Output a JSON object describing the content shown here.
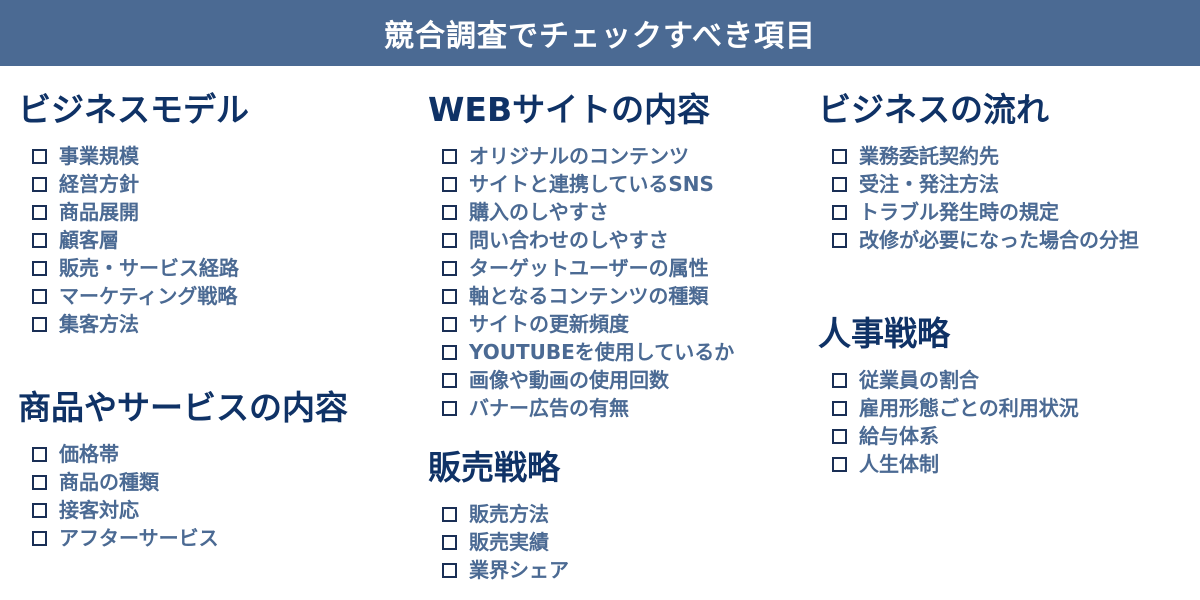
{
  "title": "競合調査でチェックすべき項目",
  "sections": [
    {
      "heading": "ビジネスモデル",
      "items": [
        "事業規模",
        "経営方針",
        "商品展開",
        "顧客層",
        "販売・サービス経路",
        "マーケティング戦略",
        "集客方法"
      ]
    },
    {
      "heading": "商品やサービスの内容",
      "items": [
        "価格帯",
        "商品の種類",
        "接客対応",
        "アフターサービス"
      ]
    },
    {
      "heading": "WEBサイトの内容",
      "items": [
        "オリジナルのコンテンツ",
        "サイトと連携しているSNS",
        "購入のしやすさ",
        "問い合わせのしやすさ",
        " ターゲットユーザーの属性",
        "軸となるコンテンツの種類",
        "サイトの更新頻度",
        "YOUTUBEを使用しているか",
        "画像や動画の使用回数",
        " バナー広告の有無"
      ]
    },
    {
      "heading": "販売戦略",
      "items": [
        "販売方法",
        "販売実績",
        "業界シェア"
      ]
    },
    {
      "heading": "ビジネスの流れ",
      "items": [
        "業務委託契約先",
        "受注・発注方法",
        "トラブル発生時の規定",
        "改修が必要になった場合の分担"
      ]
    },
    {
      "heading": "人事戦略",
      "items": [
        "従業員の割合",
        "雇用形態ごとの利用状況",
        "給与体系",
        "人生体制"
      ]
    }
  ]
}
